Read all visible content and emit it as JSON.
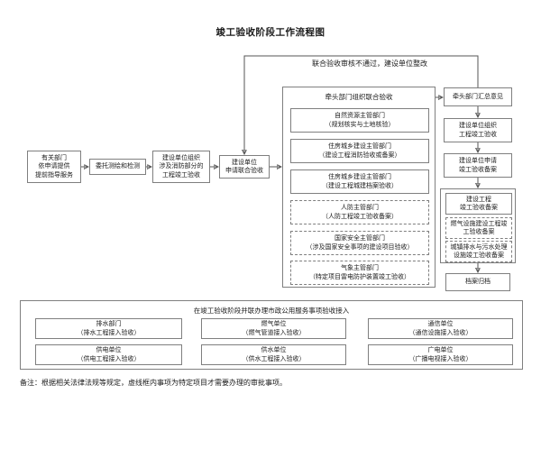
{
  "title": "竣工验收阶段工作流程图",
  "feedback_label": "联合验收审核不通过，建设单位整改",
  "main_flow": {
    "guidance": "有关部门\n依申请提供\n提前指导服务",
    "survey": "委托测绘和检测",
    "fire_acceptance": "建设单位组织\n涉及消防部分的\n工程竣工验收",
    "apply_joint": "建设单位\n申请联合验收"
  },
  "joint_acceptance": {
    "header": "牵头部门组织联合验收",
    "items": [
      {
        "label": "自然资源主管部门\n（规划核实与土地核验）",
        "dashed": false
      },
      {
        "label": "住房城乡建设主管部门\n（建设工程消防验收或备案）",
        "dashed": false
      },
      {
        "label": "住房城乡建设主管部门\n（建设工程城建档案验收）",
        "dashed": false
      },
      {
        "label": "人防主管部门\n（人防工程竣工验收备案）",
        "dashed": true
      },
      {
        "label": "国家安全主管部门\n（涉及国家安全事项的建设项目验收）",
        "dashed": true
      },
      {
        "label": "气象主管部门\n（特定项目雷电防护装置竣工验收）",
        "dashed": true
      }
    ]
  },
  "right_flow": {
    "summary": "牵头部门汇总意见",
    "owner_acceptance": "建设单位组织\n工程竣工验收",
    "apply_filing": "建设单位申请\n竣工验收备案",
    "filing_group": [
      {
        "label": "建设工程\n竣工验收备案",
        "dashed": false
      },
      {
        "label": "燃气设施建设工程竣\n工验收备案",
        "dashed": true
      },
      {
        "label": "城镇排水与污水处理\n设施竣工验收备案",
        "dashed": true
      }
    ],
    "archive": "档案归档"
  },
  "municipal_section": {
    "header": "在竣工验收阶段并联办理市政公用服务事项验收接入",
    "boxes": [
      "排水部门\n（排水工程接入验收）",
      "燃气单位\n（燃气管道接入验收）",
      "通信单位\n（通信设施接入验收）",
      "供电单位\n（供电工程接入验收）",
      "供水单位\n（供水工程接入验收）",
      "广电单位\n（广播电视接入验收）"
    ]
  },
  "note": "备注：根据相关法律法规等规定，虚线框内事项为特定项目才需要办理的审批事项。",
  "colors": {
    "background": "#ffffff",
    "border": "#7f7f7f",
    "line": "#555555",
    "text": "#1a1a1a"
  }
}
